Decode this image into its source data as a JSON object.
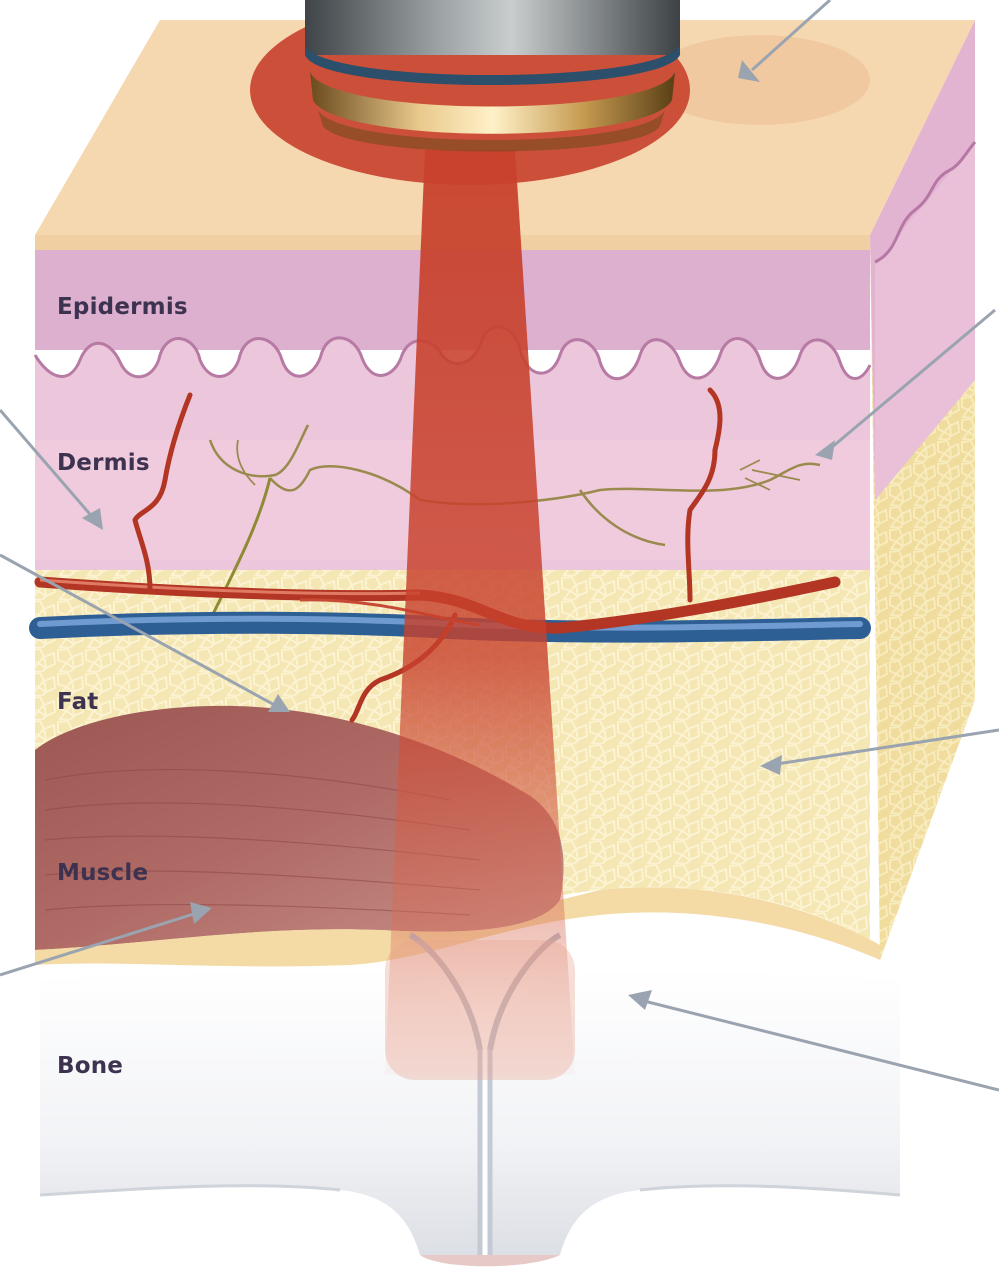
{
  "labels": {
    "epidermis": "Epidermis",
    "dermis": "Dermis",
    "fat": "Fat",
    "muscle": "Muscle",
    "bone": "Bone"
  },
  "colors": {
    "skin_surface": "#f6d8b0",
    "epidermis": "#ddb0cf",
    "dermis": "#ecc6da",
    "fat": "#f5e7b3",
    "muscle": "#a8625f",
    "bone": "#f2f3f6",
    "beam": "#c8412c",
    "artery": "#bb3a26",
    "vein": "#4a7ab0",
    "nerve": "#9a8a4e",
    "probe": "#6f7679",
    "leader_line": "#9aa3b0"
  },
  "icons": [
    "laser-probe-icon"
  ]
}
